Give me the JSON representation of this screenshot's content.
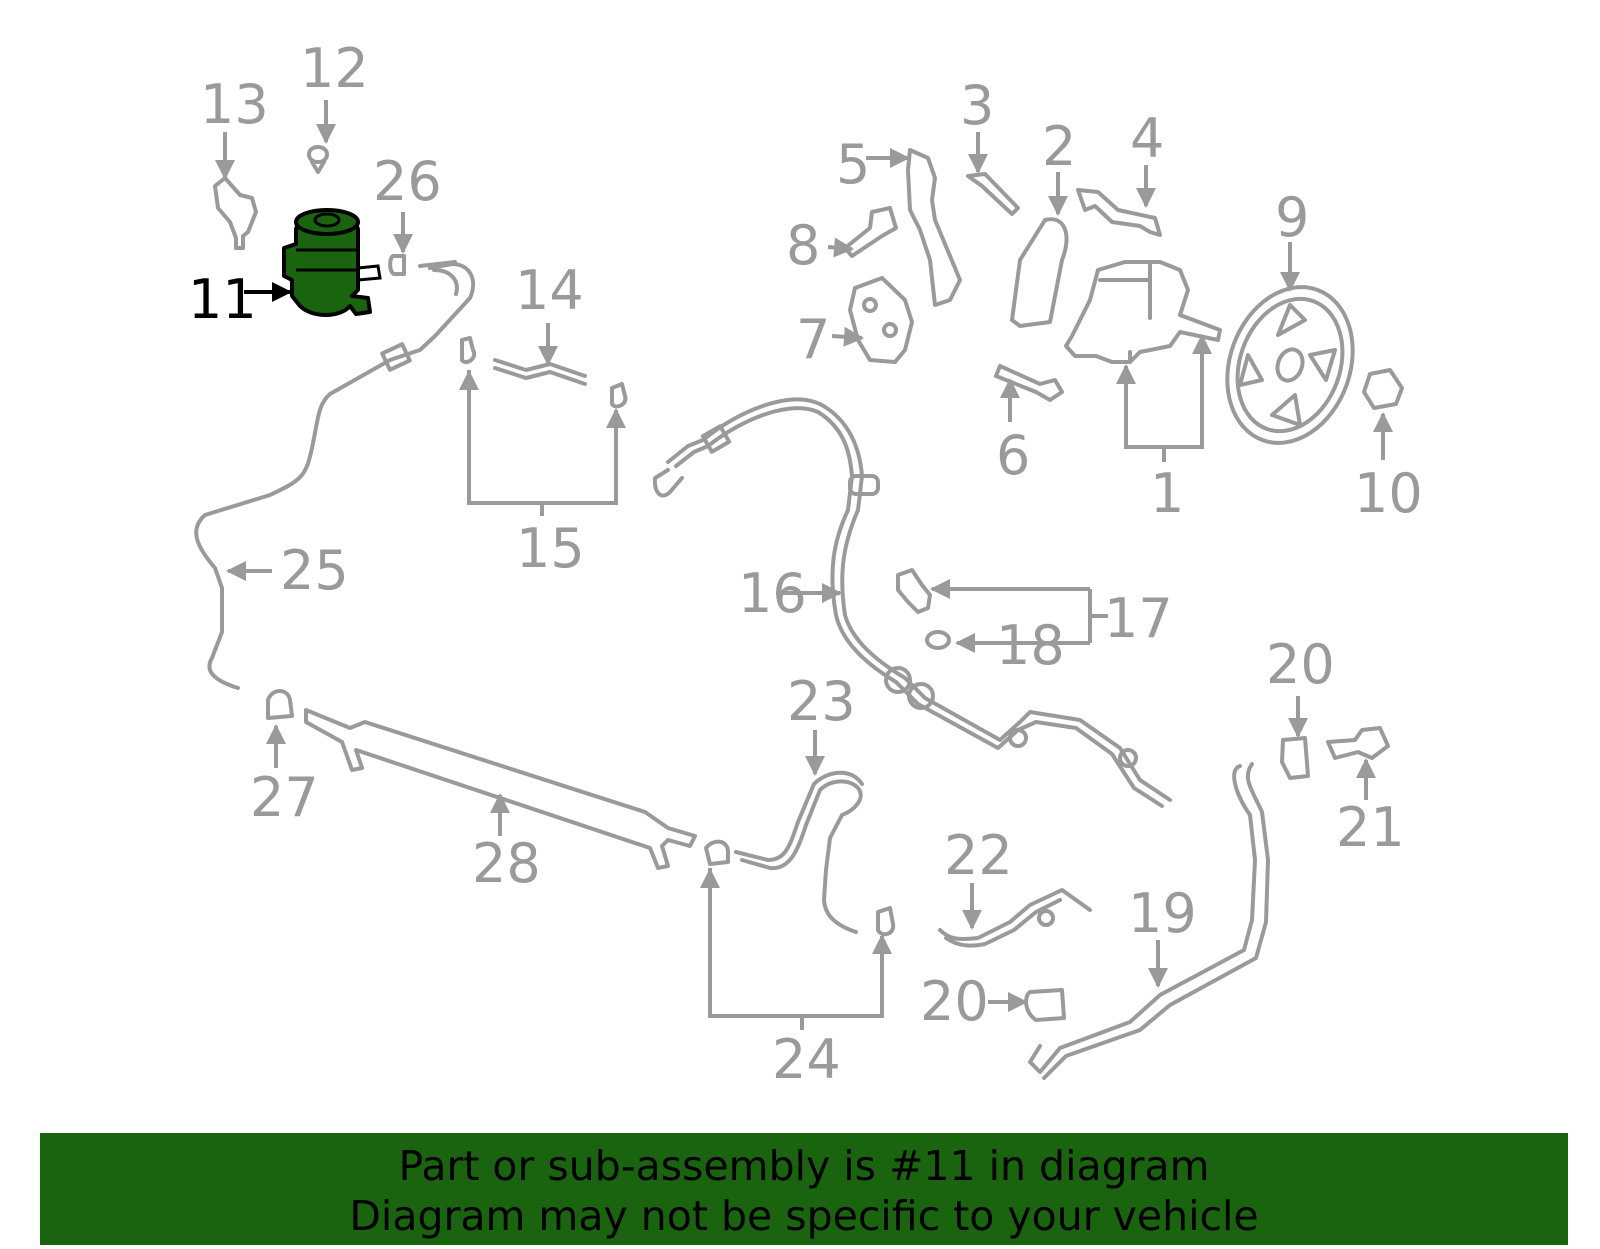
{
  "colors": {
    "line": "#9a9a9a",
    "highlight": "#1a6410",
    "highlight_outline": "#000000",
    "banner": "#1a6410",
    "banner_text": "#000000",
    "highlight_label": "#000000"
  },
  "labels": {
    "p1": "1",
    "p2": "2",
    "p3": "3",
    "p4": "4",
    "p5": "5",
    "p6": "6",
    "p7": "7",
    "p8": "8",
    "p9": "9",
    "p10": "10",
    "p11": "11",
    "p12": "12",
    "p13": "13",
    "p14": "14",
    "p15": "15",
    "p16": "16",
    "p17": "17",
    "p18": "18",
    "p19": "19",
    "p20a": "20",
    "p20b": "20",
    "p21": "21",
    "p22": "22",
    "p23": "23",
    "p24": "24",
    "p25": "25",
    "p26": "26",
    "p27": "27",
    "p28": "28"
  },
  "highlighted_part": "11",
  "banner": {
    "line1": "Part or sub-assembly is #11 in diagram",
    "line2": "Diagram may not be specific to your vehicle"
  }
}
